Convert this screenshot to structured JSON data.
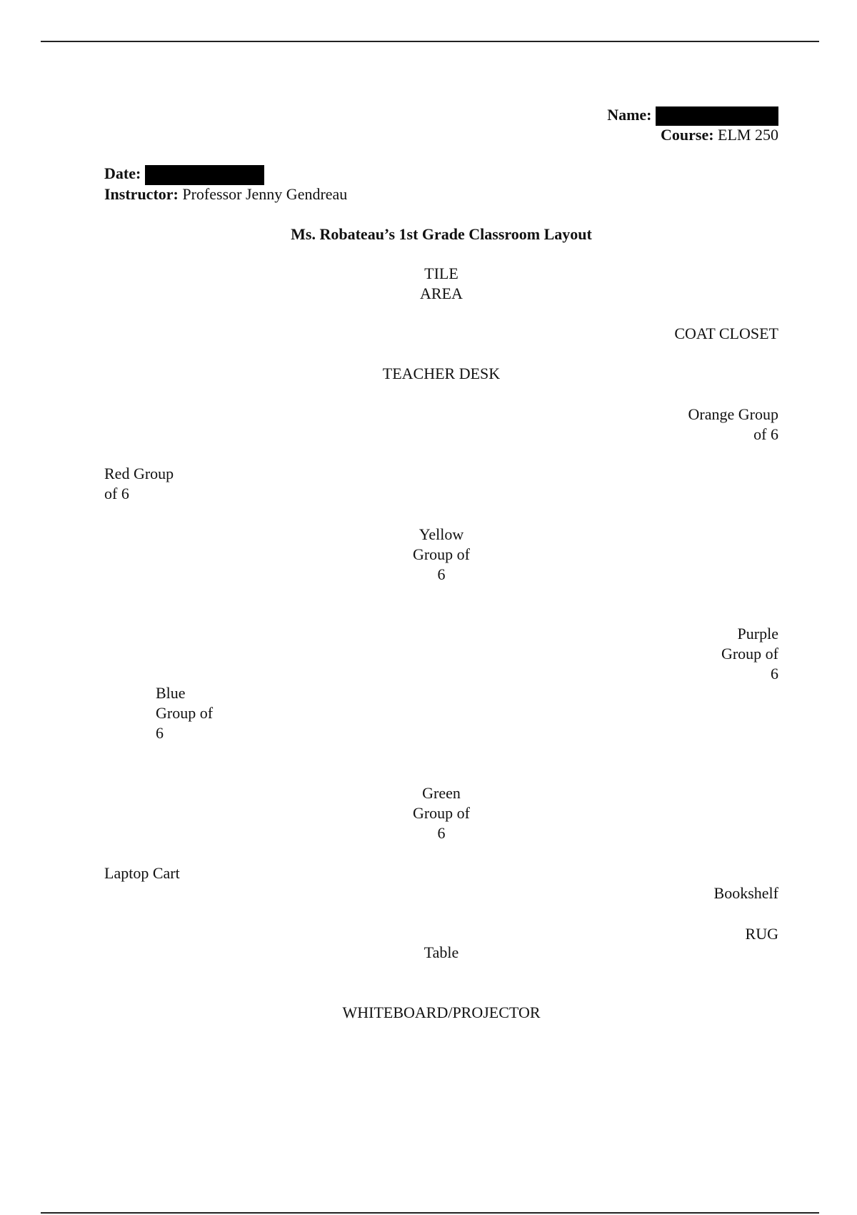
{
  "header": {
    "name_label": "Name:",
    "course_label": "Course:",
    "course_value": "ELM 250",
    "date_label": "Date:",
    "instructor_label": "Instructor:",
    "instructor_value": "Professor Jenny Gendreau"
  },
  "title": "Ms. Robateau’s 1st Grade Classroom Layout",
  "layout_labels": {
    "tile_area": [
      "TILE",
      "AREA"
    ],
    "coat_closet": "COAT CLOSET",
    "teacher_desk": "TEACHER DESK",
    "orange_group": [
      "Orange Group",
      "of 6"
    ],
    "red_group": [
      "Red Group",
      "of 6"
    ],
    "yellow_group": [
      "Yellow",
      "Group of",
      "6"
    ],
    "purple_group": [
      "Purple",
      "Group of",
      "6"
    ],
    "blue_group": [
      "Blue",
      "Group of",
      "6"
    ],
    "green_group": [
      "Green",
      "Group of",
      "6"
    ],
    "laptop_cart": "Laptop Cart",
    "bookshelf": "Bookshelf",
    "rug": "RUG",
    "table": "Table",
    "whiteboard": "WHITEBOARD/PROJECTOR"
  }
}
